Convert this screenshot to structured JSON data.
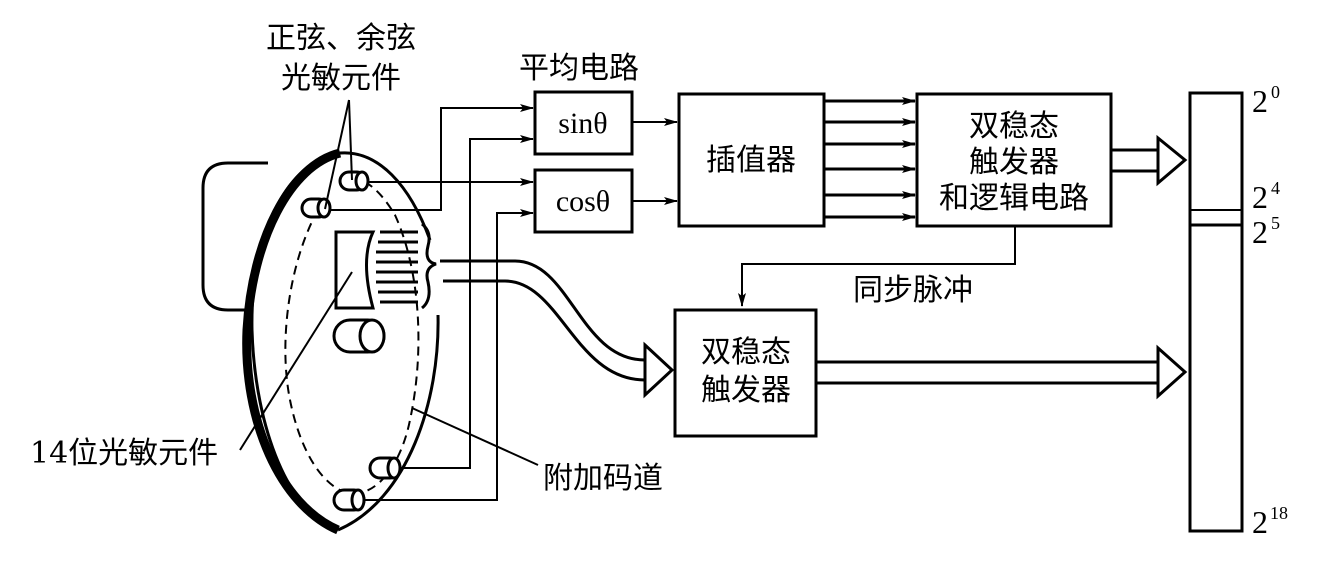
{
  "diagram": {
    "type": "block-diagram",
    "subject": "photoelectric absolute encoder with interpolation",
    "labels": {
      "sin_cos_sensors": [
        "正弦、余弦",
        "光敏元件"
      ],
      "averaging_circuit": "平均电路",
      "sin_block": "sinθ",
      "cos_block": "cosθ",
      "interpolator": "插值器",
      "flipflop_logic": [
        "双稳态",
        "触发器",
        "和逻辑电路"
      ],
      "sync_pulse": "同步脉冲",
      "flipflop": [
        "双稳态",
        "触发器"
      ],
      "bit14_sensors": "14位光敏元件",
      "extra_track": "附加码道"
    },
    "register_bits": [
      {
        "base": "2",
        "exp": "0"
      },
      {
        "base": "2",
        "exp": "4"
      },
      {
        "base": "2",
        "exp": "5"
      },
      {
        "base": "2",
        "exp": "18"
      }
    ],
    "colors": {
      "stroke": "#000000",
      "background": "#ffffff"
    }
  }
}
